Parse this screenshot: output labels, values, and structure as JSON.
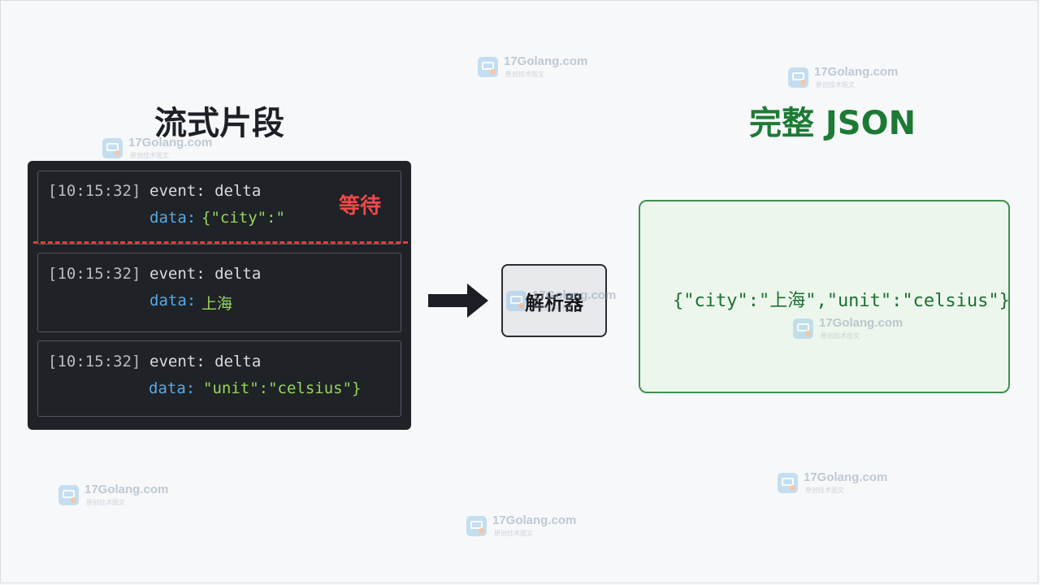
{
  "left_heading": "流式片段",
  "right_heading": "完整 JSON",
  "chunks": [
    {
      "timestamp": "[10:15:32]",
      "event": "event: delta",
      "data_key": "data:",
      "data_value": "{\"city\":\""
    },
    {
      "timestamp": "[10:15:32]",
      "event": "event: delta",
      "data_key": "data:",
      "data_value": "上海"
    },
    {
      "timestamp": "[10:15:32]",
      "event": "event: delta",
      "data_key": "data:",
      "data_value": "\"unit\":\"celsius\"}"
    }
  ],
  "wait_label": "等待",
  "parser_label": "解析器",
  "result_json": "{\"city\":\"上海\",\"unit\":\"celsius\"}",
  "watermark": {
    "title": "17Golang.com",
    "subtitle": "原创技术图文"
  },
  "colors": {
    "terminal_bg": "#1f2226",
    "data_key": "#5aa9e6",
    "data_value": "#97d55d",
    "wait": "#f0484a",
    "result_text": "#1d6f33",
    "result_border": "#3f9150"
  }
}
